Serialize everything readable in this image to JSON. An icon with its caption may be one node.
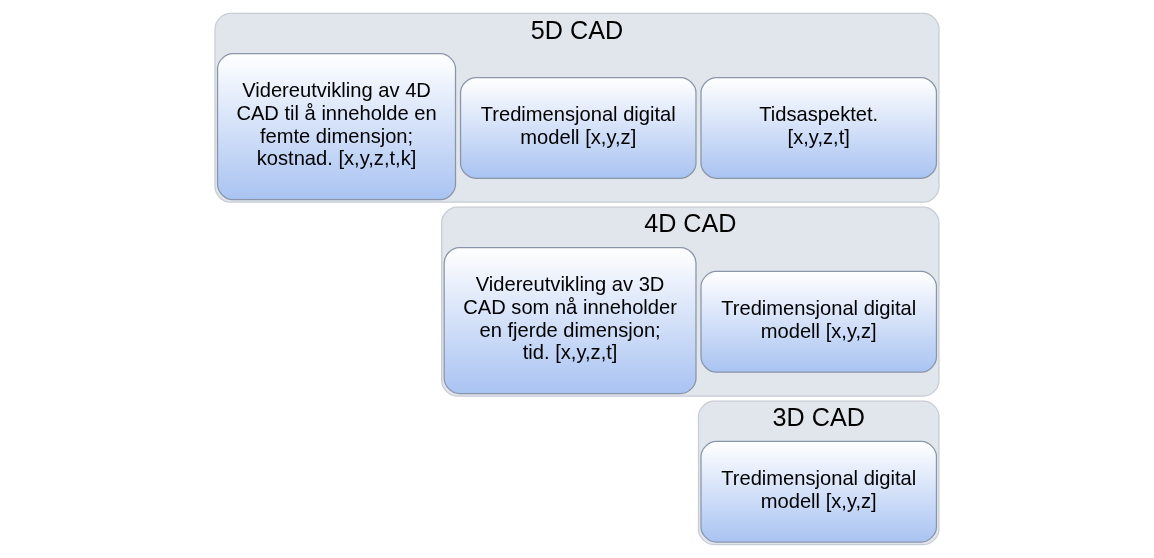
{
  "diagram": {
    "nodes": [
      {
        "text": [
          "3D CAD"
        ]
      },
      {
        "text": [
          "Tredimensjonal digital modell [x,y,z]"
        ],
        "in": 0
      },
      {
        "text": [
          "4D CAD"
        ]
      },
      {
        "text": [
          "Tredimensjonal digital modell [x,y,z]"
        ],
        "in": 2
      },
      {
        "text": [
          "Videreutvikling av 3D CAD som nå inneholder en fjerde dimensjon; tid. [x,y,z,t]"
        ],
        "in": 2
      },
      {
        "text": [
          "5D CAD"
        ]
      },
      {
        "text": [
          "Tredimensjonal digital modell [x,y,z]"
        ],
        "in": 5
      },
      {
        "text": [
          "Tidsaspektet. [x,y,z,t]"
        ],
        "in": 5
      },
      {
        "text": [
          "Videreutvikling av 4D CAD til å inneholde en femte dimensjon; kostnad. [x,y,z,t,k]"
        ],
        "in": 5
      }
    ],
    "edges": []
  }
}
